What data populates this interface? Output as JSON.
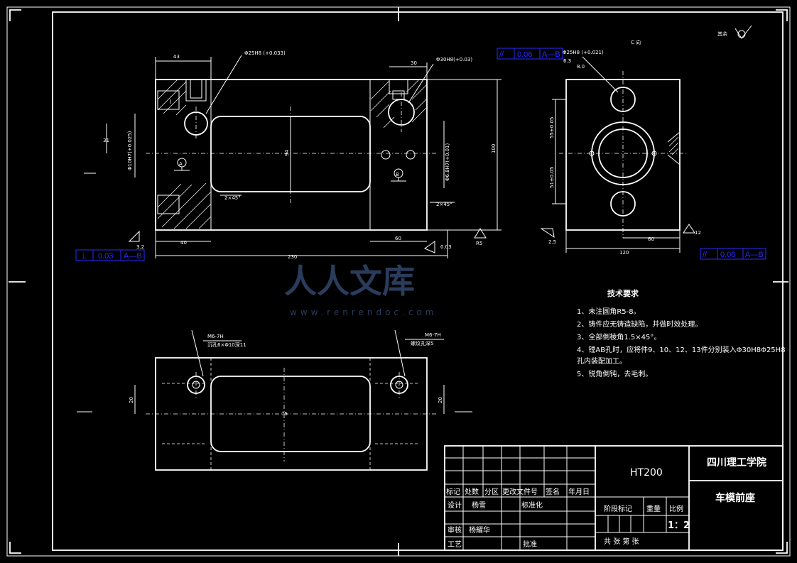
{
  "surface_mark_label": "其余",
  "c_direction_label": "C 向",
  "dims": {
    "d43": "43",
    "d30": "30",
    "hole_top1": "Φ25H8 (+0.033)",
    "hole_top2": "Φ30H8(+0.03)",
    "d31": "31",
    "d_left_vert": "Φ10H7(+0.025)",
    "d_center": "94",
    "d_right_vert": "Φ6.8H7(+0.01)",
    "d100": "100",
    "chamfer1": "2×45°",
    "chamfer2": "2×45°",
    "d40": "40",
    "d60": "60",
    "d_r5": "R5",
    "d0_03": "0.03",
    "d230": "230",
    "d35_bot": "3.2",
    "d55": "55±0.05",
    "d51": "51±0.05",
    "d120": "120",
    "d60b": "60",
    "d25": "2.5",
    "d_side": "12",
    "c_hole": "Φ25H8 (+0.021)",
    "c_d6": "6.3",
    "c_d80": "8.0",
    "tap1": "M6-7H",
    "tap1b": "沉孔6×Φ10深11",
    "tap2": "M6-7H",
    "tap2b": "螺纹孔深5",
    "v20a": "20",
    "v20b": "20",
    "lr_d": "75"
  },
  "datums": {
    "a": "A",
    "b": "B"
  },
  "tolerance_frames": [
    {
      "symbol": "⊥",
      "value": "0.03",
      "ref": "A—B"
    },
    {
      "symbol": "//",
      "value": "0.06",
      "ref": "A—B"
    },
    {
      "symbol": "//",
      "value": "0.06",
      "ref": "A—B"
    }
  ],
  "tech_requirements": {
    "title": "技术要求",
    "items": [
      "1、未注圆角R5-8。",
      "2、铸件应无铸造缺陷，并做时效处理。",
      "3、全部倒棱角1.5×45°。",
      "4、镗AB孔时，应将件9、10、12、13件分别装入Φ30H8Φ25H8",
      "    孔内装配加工。",
      "5、锐角倒钝，去毛刺。"
    ]
  },
  "watermark": {
    "main": "人人文库",
    "url": "www.renrendoc.com"
  },
  "title_block": {
    "material": "HT200",
    "school": "四川理工学院",
    "part_name": "车模前座",
    "header_cells": [
      "标记",
      "处数",
      "分区",
      "更改文件号",
      "签名",
      "年月日"
    ],
    "design_label": "设计",
    "design_name": "杨雪",
    "standard_label": "标准化",
    "review_label": "审核",
    "review_name": "杨耀华",
    "process_label": "工艺",
    "approve_label": "批准",
    "stage_label": "阶段标记",
    "weight_label": "重量",
    "scale_label": "比例",
    "scale_value": "1：2",
    "sheet_text": "共    张 第    张"
  }
}
